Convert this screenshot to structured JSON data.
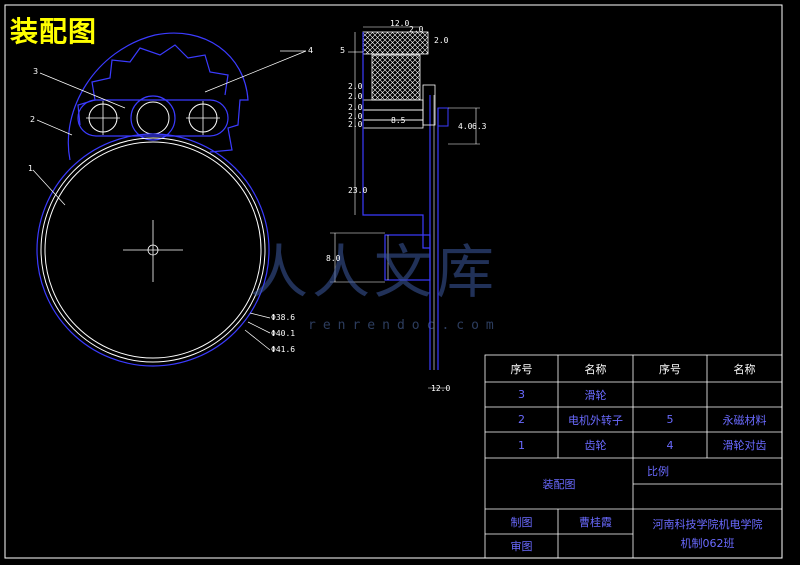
{
  "title": "装配图",
  "watermark": {
    "cn": "人人文库",
    "url": "renrendoc.com"
  },
  "callouts": {
    "c1": "1",
    "c2": "2",
    "c3": "3",
    "c4": "4",
    "c5": "5"
  },
  "diameters": {
    "d1": "Φ38.6",
    "d2": "Φ40.1",
    "d3": "Φ41.6"
  },
  "side_dims": {
    "top_width": "12.0",
    "top_a": "2.0",
    "top_b": "2.0",
    "left_1": "2.0",
    "left_2": "2.0",
    "left_3": "2.0",
    "left_4": "2.0",
    "left_5": "2.0",
    "inner": "8.5",
    "shaft_a": "4.0",
    "shaft_b": "6.3",
    "height": "23.0",
    "gap": "8.0",
    "bottom": "12.0"
  },
  "title_block": {
    "h_no": "序号",
    "h_name": "名称",
    "h_no2": "序号",
    "h_name2": "名称",
    "r1_no": "3",
    "r1_name": "滑轮",
    "r2_no": "2",
    "r2_name": "电机外转子",
    "r2_no2": "5",
    "r2_name2": "永磁材料",
    "r3_no": "1",
    "r3_name": "齿轮",
    "r3_no2": "4",
    "r3_name2": "滑轮对齿",
    "drawing_name": "装配图",
    "scale_label": "比例",
    "drawn_label": "制图",
    "drawn_by": "曹桂霞",
    "checked_label": "审图",
    "school": "河南科技学院机电学院",
    "class": "机制062班"
  },
  "colors": {
    "line_white": "#ffffff",
    "line_blue": "#3b3bff",
    "title_yellow": "#ffff00"
  }
}
